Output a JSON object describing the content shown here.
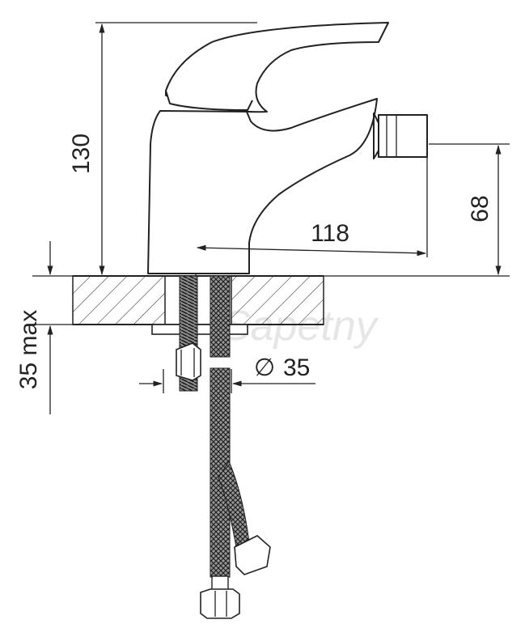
{
  "dimensions": {
    "height_total": "130",
    "spout_height": "68",
    "spout_reach": "118",
    "deck_thickness": "35 max",
    "hole_diameter": "35"
  },
  "diameter_symbol": "∅",
  "watermark": "Sapetny",
  "colors": {
    "line": "#222222",
    "background": "#ffffff",
    "watermark": "#e6e6e6"
  }
}
